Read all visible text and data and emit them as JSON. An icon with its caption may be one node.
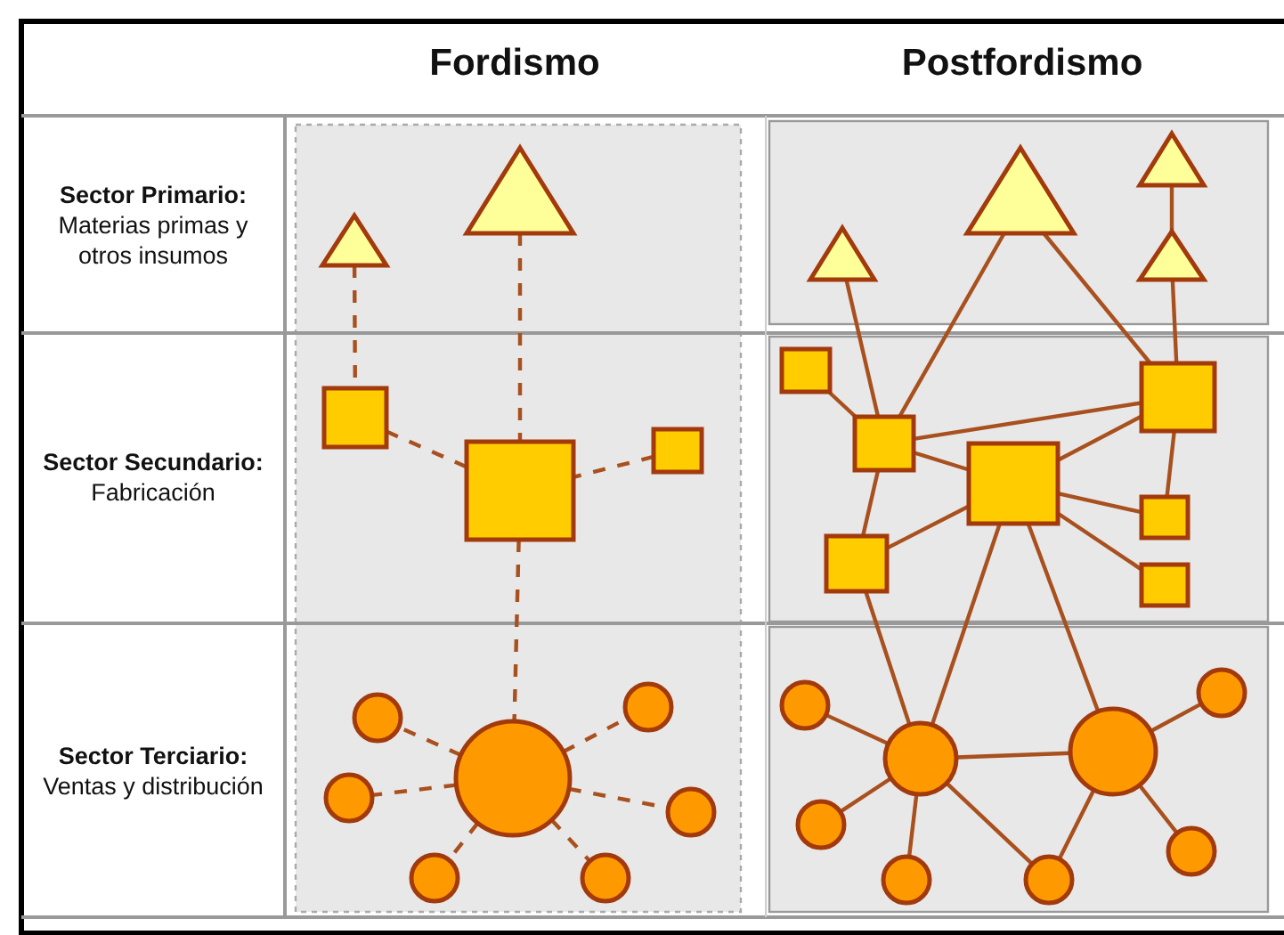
{
  "diagram": {
    "nodes": [
      {
        "text": [],
        "shape": "triangle"
      },
      {
        "text": [],
        "shape": "triangle"
      },
      {
        "text": [],
        "shape": "box"
      },
      {
        "text": [],
        "shape": "box"
      },
      {
        "text": [],
        "shape": "box"
      },
      {
        "text": [],
        "shape": "circle"
      },
      {
        "text": [],
        "shape": "circle"
      },
      {
        "text": [],
        "shape": "circle"
      },
      {
        "text": [],
        "shape": "circle"
      },
      {
        "text": [],
        "shape": "circle"
      },
      {
        "text": [],
        "shape": "circle"
      },
      {
        "text": [],
        "shape": "circle"
      },
      {
        "text": [],
        "shape": "triangle"
      },
      {
        "text": [],
        "shape": "triangle"
      },
      {
        "text": [],
        "shape": "triangle"
      },
      {
        "text": [],
        "shape": "triangle"
      },
      {
        "text": [],
        "shape": "box"
      },
      {
        "text": [],
        "shape": "box"
      },
      {
        "text": [],
        "shape": "box"
      },
      {
        "text": [],
        "shape": "box"
      },
      {
        "text": [],
        "shape": "box"
      },
      {
        "text": [],
        "shape": "box"
      },
      {
        "text": [],
        "shape": "box"
      },
      {
        "text": [],
        "shape": "circle"
      },
      {
        "text": [],
        "shape": "circle"
      },
      {
        "text": [],
        "shape": "circle"
      },
      {
        "text": [],
        "shape": "circle"
      },
      {
        "text": [],
        "shape": "circle"
      },
      {
        "text": [],
        "shape": "circle"
      },
      {
        "text": [],
        "shape": "circle"
      },
      {
        "text": [],
        "shape": "circle"
      }
    ],
    "edges": [
      {
        "from": 0,
        "to": 2,
        "arrow": "none",
        "style": "dashed"
      },
      {
        "from": 1,
        "to": 3,
        "arrow": "none",
        "style": "dashed"
      },
      {
        "from": 2,
        "to": 3,
        "arrow": "none",
        "style": "dashed"
      },
      {
        "from": 4,
        "to": 3,
        "arrow": "none",
        "style": "dashed"
      },
      {
        "from": 3,
        "to": 5,
        "arrow": "none",
        "style": "dashed"
      },
      {
        "from": 5,
        "to": 6,
        "arrow": "none",
        "style": "dashed"
      },
      {
        "from": 5,
        "to": 7,
        "arrow": "none",
        "style": "dashed"
      },
      {
        "from": 5,
        "to": 8,
        "arrow": "none",
        "style": "dashed"
      },
      {
        "from": 5,
        "to": 9,
        "arrow": "none",
        "style": "dashed"
      },
      {
        "from": 5,
        "to": 10,
        "arrow": "none",
        "style": "dashed"
      },
      {
        "from": 5,
        "to": 11,
        "arrow": "none",
        "style": "dashed"
      },
      {
        "from": 12,
        "to": 17,
        "arrow": "none"
      },
      {
        "from": 13,
        "to": 17,
        "arrow": "none"
      },
      {
        "from": 13,
        "to": 19,
        "arrow": "none"
      },
      {
        "from": 14,
        "to": 15,
        "arrow": "none"
      },
      {
        "from": 15,
        "to": 19,
        "arrow": "none"
      },
      {
        "from": 16,
        "to": 17,
        "arrow": "none"
      },
      {
        "from": 17,
        "to": 19,
        "arrow": "none"
      },
      {
        "from": 17,
        "to": 18,
        "arrow": "none"
      },
      {
        "from": 17,
        "to": 20,
        "arrow": "none"
      },
      {
        "from": 18,
        "to": 19,
        "arrow": "none"
      },
      {
        "from": 18,
        "to": 20,
        "arrow": "none"
      },
      {
        "from": 18,
        "to": 21,
        "arrow": "none"
      },
      {
        "from": 18,
        "to": 22,
        "arrow": "none"
      },
      {
        "from": 19,
        "to": 21,
        "arrow": "none"
      },
      {
        "from": 20,
        "to": 24,
        "arrow": "none"
      },
      {
        "from": 18,
        "to": 24,
        "arrow": "none"
      },
      {
        "from": 18,
        "to": 25,
        "arrow": "none"
      },
      {
        "from": 23,
        "to": 24,
        "arrow": "none"
      },
      {
        "from": 27,
        "to": 24,
        "arrow": "none"
      },
      {
        "from": 28,
        "to": 24,
        "arrow": "none"
      },
      {
        "from": 24,
        "to": 25,
        "arrow": "none"
      },
      {
        "from": 24,
        "to": 29,
        "arrow": "none"
      },
      {
        "from": 25,
        "to": 29,
        "arrow": "none"
      },
      {
        "from": 25,
        "to": 26,
        "arrow": "none"
      },
      {
        "from": 25,
        "to": 30,
        "arrow": "none"
      }
    ],
    "labels": [
      "Fordismo",
      "Postfordismo",
      "**Sector Primario:** Materias primas y otros insumos",
      "**Sector Secundario:** Fabricación",
      "**Sector Terciario:** Ventas y distribución"
    ]
  }
}
